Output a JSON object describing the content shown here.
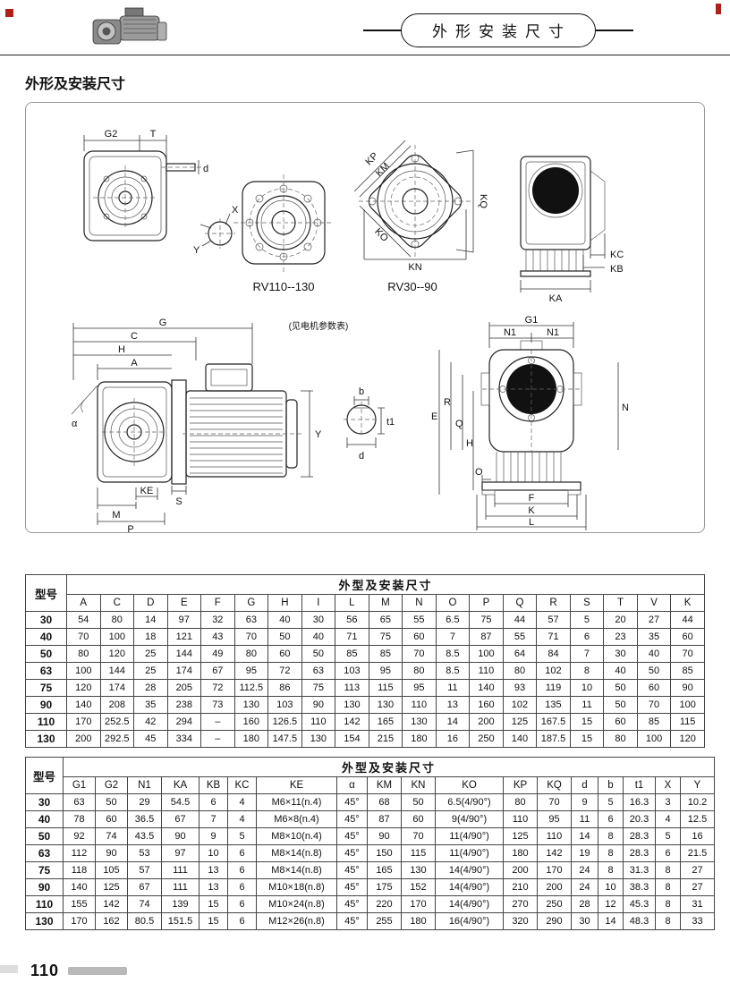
{
  "page": {
    "header_title": "外形安装尺寸",
    "section_title": "外形及安装尺寸",
    "page_number": "110"
  },
  "diagram": {
    "caption_rv110": "RV110--130",
    "caption_rv30": "RV30--90",
    "motor_note": "(见电机参数表)",
    "labels": {
      "G2": "G2",
      "T": "T",
      "d_shaft": "d",
      "X": "X",
      "Y": "Y",
      "KP": "KP",
      "KM": "KM",
      "KQ": "KQ",
      "KO": "KO",
      "KN": "KN",
      "KC": "KC",
      "KB": "KB",
      "KA": "KA",
      "G": "G",
      "C": "C",
      "H": "H",
      "A": "A",
      "alpha": "α",
      "S": "S",
      "Y_motor": "Y",
      "M": "M",
      "KE": "KE",
      "P": "P",
      "b": "b",
      "t1": "t1",
      "d_key": "d",
      "G1": "G1",
      "N1_left": "N1",
      "N1_right": "N1",
      "E": "E",
      "R": "R",
      "Q": "Q",
      "H_front": "H",
      "O": "O",
      "N": "N",
      "F": "F",
      "K": "K",
      "L": "L"
    }
  },
  "table1": {
    "model_header": "型号",
    "span_title": "外型及安装尺寸",
    "columns": [
      "A",
      "C",
      "D",
      "E",
      "F",
      "G",
      "H",
      "I",
      "L",
      "M",
      "N",
      "O",
      "P",
      "Q",
      "R",
      "S",
      "T",
      "V",
      "K"
    ],
    "rows": [
      {
        "model": "30",
        "values": [
          "54",
          "80",
          "14",
          "97",
          "32",
          "63",
          "40",
          "30",
          "56",
          "65",
          "55",
          "6.5",
          "75",
          "44",
          "57",
          "5",
          "20",
          "27",
          "44"
        ]
      },
      {
        "model": "40",
        "values": [
          "70",
          "100",
          "18",
          "121",
          "43",
          "70",
          "50",
          "40",
          "71",
          "75",
          "60",
          "7",
          "87",
          "55",
          "71",
          "6",
          "23",
          "35",
          "60"
        ]
      },
      {
        "model": "50",
        "values": [
          "80",
          "120",
          "25",
          "144",
          "49",
          "80",
          "60",
          "50",
          "85",
          "85",
          "70",
          "8.5",
          "100",
          "64",
          "84",
          "7",
          "30",
          "40",
          "70"
        ]
      },
      {
        "model": "63",
        "values": [
          "100",
          "144",
          "25",
          "174",
          "67",
          "95",
          "72",
          "63",
          "103",
          "95",
          "80",
          "8.5",
          "110",
          "80",
          "102",
          "8",
          "40",
          "50",
          "85"
        ]
      },
      {
        "model": "75",
        "values": [
          "120",
          "174",
          "28",
          "205",
          "72",
          "112.5",
          "86",
          "75",
          "113",
          "115",
          "95",
          "11",
          "140",
          "93",
          "119",
          "10",
          "50",
          "60",
          "90"
        ]
      },
      {
        "model": "90",
        "values": [
          "140",
          "208",
          "35",
          "238",
          "73",
          "130",
          "103",
          "90",
          "130",
          "130",
          "110",
          "13",
          "160",
          "102",
          "135",
          "11",
          "50",
          "70",
          "100"
        ]
      },
      {
        "model": "110",
        "values": [
          "170",
          "252.5",
          "42",
          "294",
          "–",
          "160",
          "126.5",
          "110",
          "142",
          "165",
          "130",
          "14",
          "200",
          "125",
          "167.5",
          "15",
          "60",
          "85",
          "115"
        ]
      },
      {
        "model": "130",
        "values": [
          "200",
          "292.5",
          "45",
          "334",
          "–",
          "180",
          "147.5",
          "130",
          "154",
          "215",
          "180",
          "16",
          "250",
          "140",
          "187.5",
          "15",
          "80",
          "100",
          "120"
        ]
      }
    ]
  },
  "table2": {
    "model_header": "型号",
    "span_title": "外型及安装尺寸",
    "columns": [
      "G1",
      "G2",
      "N1",
      "KA",
      "KB",
      "KC",
      "KE",
      "α",
      "KM",
      "KN",
      "KO",
      "KP",
      "KQ",
      "d",
      "b",
      "t1",
      "X",
      "Y"
    ],
    "rows": [
      {
        "model": "30",
        "values": [
          "63",
          "50",
          "29",
          "54.5",
          "6",
          "4",
          "M6×11(n.4)",
          "45°",
          "68",
          "50",
          "6.5(4/90°)",
          "80",
          "70",
          "9",
          "5",
          "16.3",
          "3",
          "10.2"
        ]
      },
      {
        "model": "40",
        "values": [
          "78",
          "60",
          "36.5",
          "67",
          "7",
          "4",
          "M6×8(n.4)",
          "45°",
          "87",
          "60",
          "9(4/90°)",
          "110",
          "95",
          "11",
          "6",
          "20.3",
          "4",
          "12.5"
        ]
      },
      {
        "model": "50",
        "values": [
          "92",
          "74",
          "43.5",
          "90",
          "9",
          "5",
          "M8×10(n.4)",
          "45°",
          "90",
          "70",
          "11(4/90°)",
          "125",
          "110",
          "14",
          "8",
          "28.3",
          "5",
          "16"
        ]
      },
      {
        "model": "63",
        "values": [
          "112",
          "90",
          "53",
          "97",
          "10",
          "6",
          "M8×14(n.8)",
          "45°",
          "150",
          "115",
          "11(4/90°)",
          "180",
          "142",
          "19",
          "8",
          "28.3",
          "6",
          "21.5"
        ]
      },
      {
        "model": "75",
        "values": [
          "118",
          "105",
          "57",
          "111",
          "13",
          "6",
          "M8×14(n.8)",
          "45°",
          "165",
          "130",
          "14(4/90°)",
          "200",
          "170",
          "24",
          "8",
          "31.3",
          "8",
          "27"
        ]
      },
      {
        "model": "90",
        "values": [
          "140",
          "125",
          "67",
          "111",
          "13",
          "6",
          "M10×18(n.8)",
          "45°",
          "175",
          "152",
          "14(4/90°)",
          "210",
          "200",
          "24",
          "10",
          "38.3",
          "8",
          "27"
        ]
      },
      {
        "model": "110",
        "values": [
          "155",
          "142",
          "74",
          "139",
          "15",
          "6",
          "M10×24(n.8)",
          "45°",
          "220",
          "170",
          "14(4/90°)",
          "270",
          "250",
          "28",
          "12",
          "45.3",
          "8",
          "31"
        ]
      },
      {
        "model": "130",
        "values": [
          "170",
          "162",
          "80.5",
          "151.5",
          "15",
          "6",
          "M12×26(n.8)",
          "45°",
          "255",
          "180",
          "16(4/90°)",
          "320",
          "290",
          "30",
          "14",
          "48.3",
          "8",
          "33"
        ]
      }
    ]
  }
}
